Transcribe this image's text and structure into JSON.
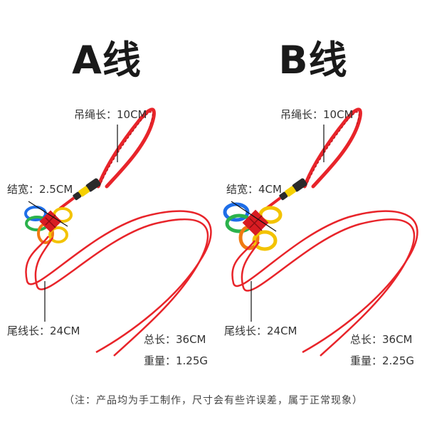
{
  "panel_a": {
    "title": "A线",
    "hang_rope": "吊绳长：10CM",
    "knot_width": "结宽：2.5CM",
    "tail_length": "尾线长：24CM",
    "total_length": "总长：36CM",
    "weight": "重量：1.25G"
  },
  "panel_b": {
    "title": "B线",
    "hang_rope": "吊绳长：10CM",
    "knot_width": "结宽：4CM",
    "tail_length": "尾线长：24CM",
    "total_length": "总长：36CM",
    "weight": "重量：2.25G"
  },
  "footer": {
    "note": "（注：产品均为手工制作，尺寸会有些许误差，属于正常现象）"
  },
  "colors": {
    "cord": "#e8242a",
    "bead_yellow": "#f5d000",
    "bead_dark": "#222222",
    "knot_blue": "#1e6ee8",
    "knot_green": "#2bb24c",
    "knot_yellow": "#f3c300",
    "knot_orange": "#f07a12",
    "knot_red": "#d81c22"
  }
}
